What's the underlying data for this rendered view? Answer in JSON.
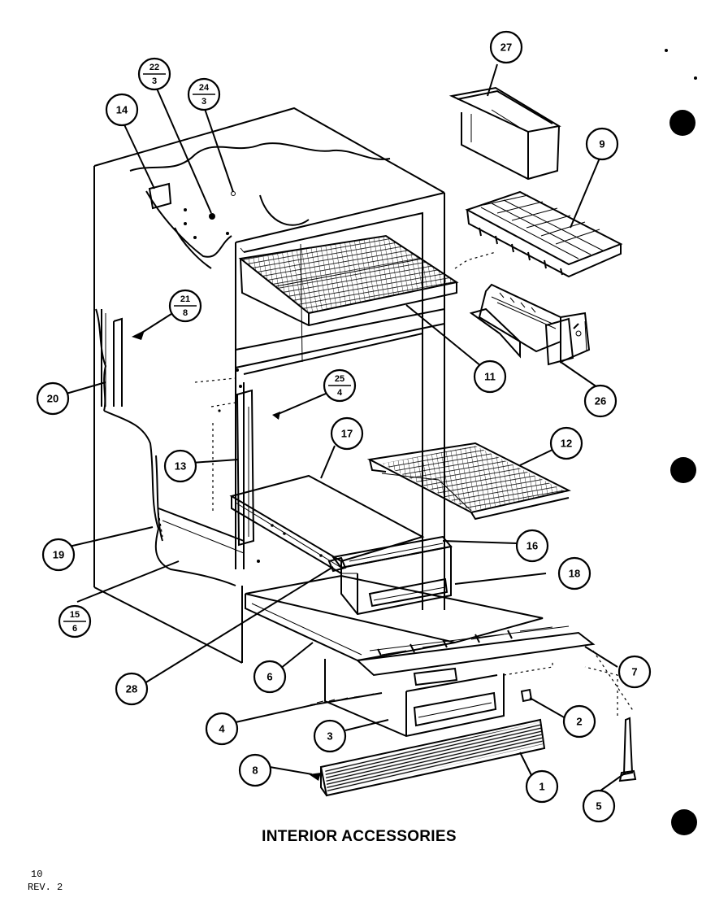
{
  "diagram": {
    "title": "INTERIOR ACCESSORIES",
    "page_number": "10",
    "revision": "REV. 2",
    "callouts": {
      "c1": "1",
      "c2": "2",
      "c3": "3",
      "c4": "4",
      "c5": "5",
      "c6": "6",
      "c7": "7",
      "c8": "8",
      "c9": "9",
      "c11": "11",
      "c12": "12",
      "c13": "13",
      "c14": "14",
      "c16": "16",
      "c17": "17",
      "c18": "18",
      "c19": "19",
      "c20": "20",
      "c26": "26",
      "c27": "27",
      "c28": "28"
    },
    "fraction_callouts": {
      "f22": {
        "top": "22",
        "bottom": "3"
      },
      "f24": {
        "top": "24",
        "bottom": "3"
      },
      "f21": {
        "top": "21",
        "bottom": "8"
      },
      "f25": {
        "top": "25",
        "bottom": "4"
      },
      "f15": {
        "top": "15",
        "bottom": "6"
      }
    }
  }
}
